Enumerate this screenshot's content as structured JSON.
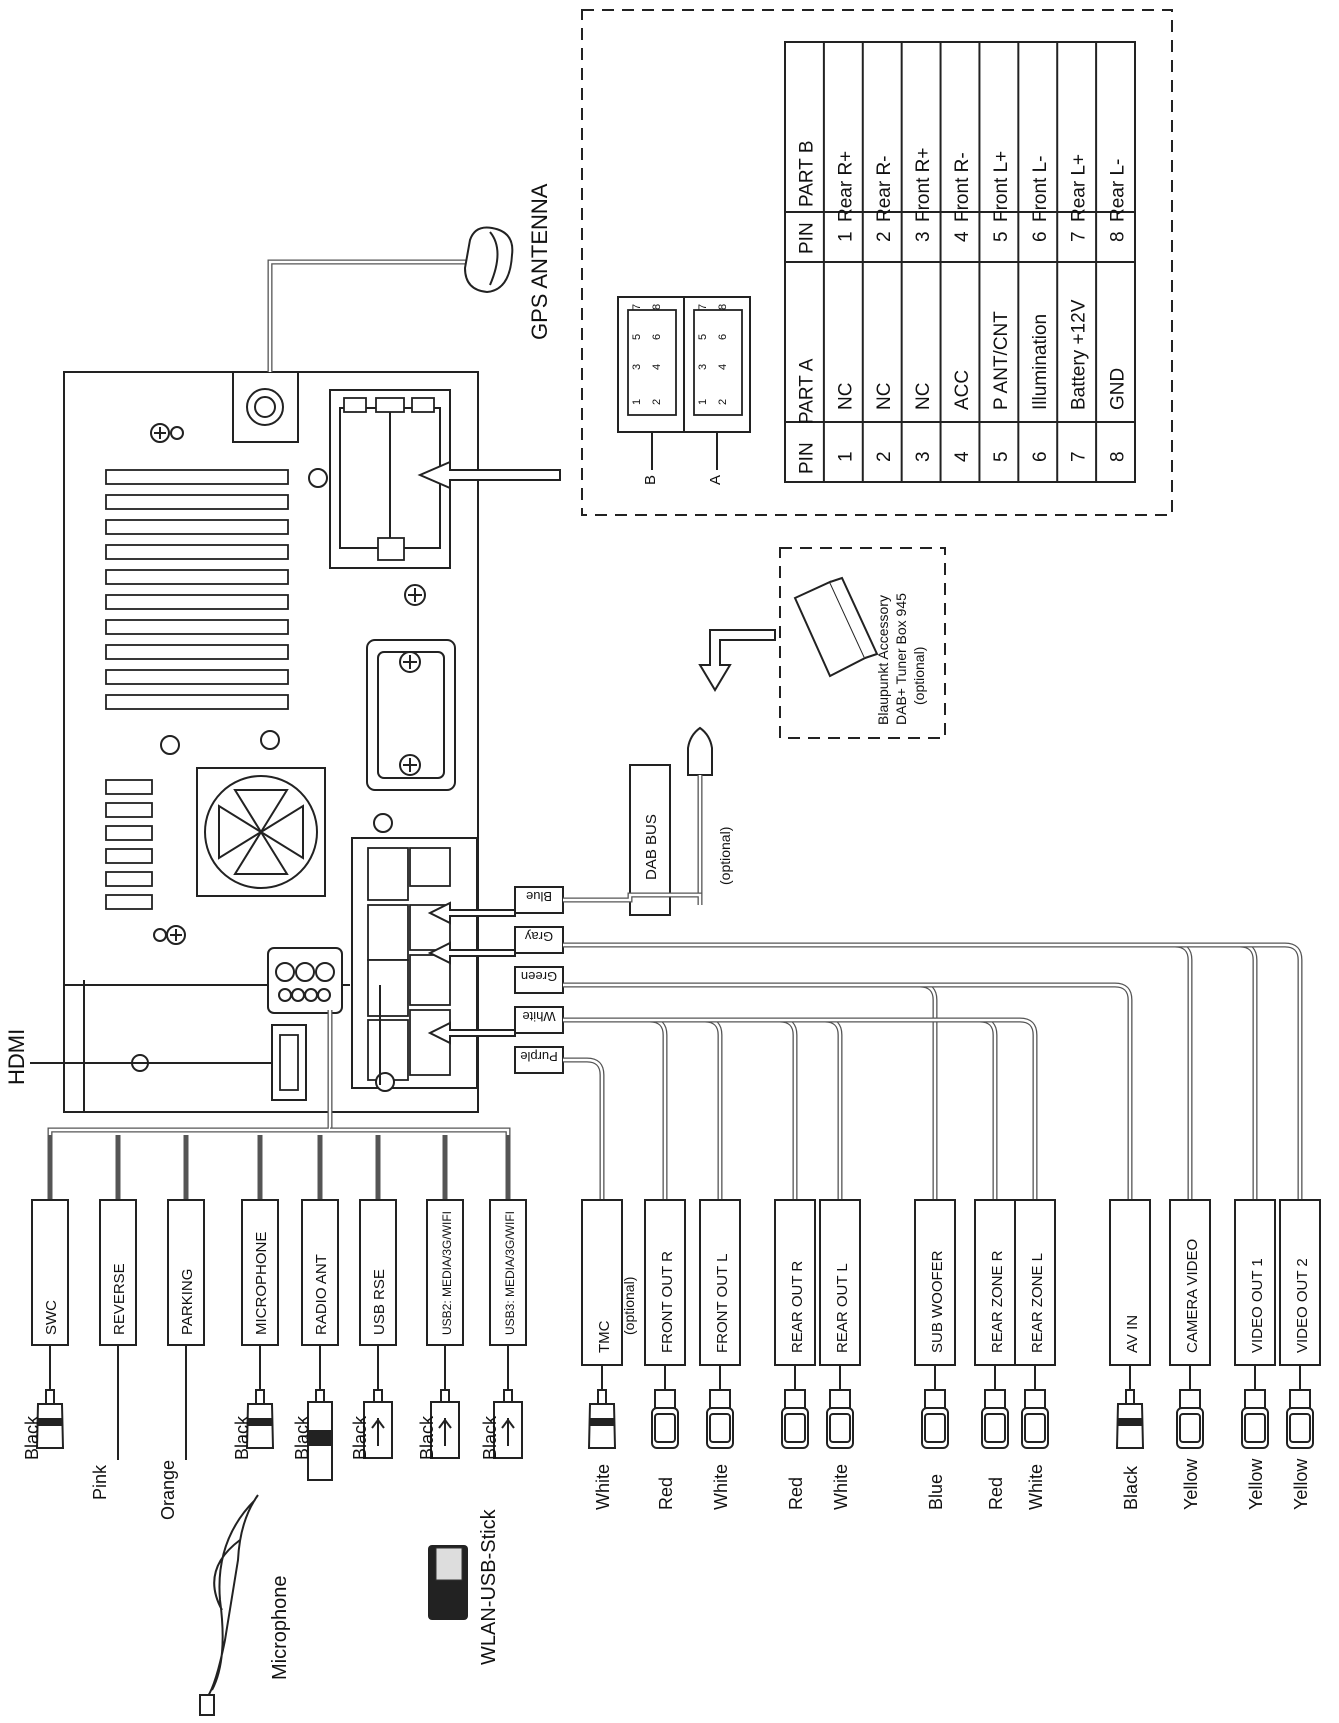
{
  "antenna": {
    "label": "GPS ANTENNA"
  },
  "hdmi": {
    "label": "HDMI"
  },
  "iso_table": {
    "headers": [
      "PIN",
      "PART A",
      "PIN",
      "PART B"
    ],
    "rows": [
      [
        "1",
        "NC",
        "1",
        "Rear R+"
      ],
      [
        "2",
        "NC",
        "2",
        "Rear R-"
      ],
      [
        "3",
        "NC",
        "3",
        "Front R+"
      ],
      [
        "4",
        "ACC",
        "4",
        "Front R-"
      ],
      [
        "5",
        "P ANT/CNT",
        "5",
        "Front L+"
      ],
      [
        "6",
        "Illumination",
        "6",
        "Front L-"
      ],
      [
        "7",
        "Battery +12V",
        "7",
        "Rear L+"
      ],
      [
        "8",
        "GND",
        "8",
        "Rear L-"
      ]
    ]
  },
  "connector_pins": [
    "1",
    "2",
    "3",
    "4",
    "5",
    "6",
    "7",
    "8"
  ],
  "connector_labels": {
    "a": "A",
    "b": "B"
  },
  "accessory": {
    "line1": "Blaupunkt Accessory",
    "line2": "DAB+ Tuner Box 945",
    "line3": "(optional)"
  },
  "dab": {
    "box_label": "DAB BUS",
    "optional": "(optional)"
  },
  "harness_tags": [
    "Blue",
    "Gray",
    "Green",
    "White",
    "Purple"
  ],
  "left_cables": [
    {
      "name": "SWC",
      "color": "Black"
    },
    {
      "name": "REVERSE",
      "color": "Pink"
    },
    {
      "name": "PARKING",
      "color": "Orange"
    },
    {
      "name": "MICROPHONE",
      "color": "Black"
    },
    {
      "name": "RADIO ANT",
      "color": "Black"
    },
    {
      "name": "USB RSE",
      "color": "Black"
    },
    {
      "name": "USB2: MEDIA/3G/WIFI",
      "color": "Black"
    },
    {
      "name": "USB3: MEDIA/3G/WIFI",
      "color": "Black"
    }
  ],
  "right_cables": [
    {
      "name": "TMC",
      "sub": "(optional)",
      "color": "White"
    },
    {
      "name": "FRONT OUT R",
      "color": "Red"
    },
    {
      "name": "FRONT OUT L",
      "color": "White"
    },
    {
      "name": "REAR OUT R",
      "color": "Red"
    },
    {
      "name": "REAR OUT L",
      "color": "White"
    },
    {
      "name": "SUB WOOFER",
      "color": "Blue"
    },
    {
      "name": "REAR ZONE R",
      "color": "Red"
    },
    {
      "name": "REAR ZONE L",
      "color": "White"
    },
    {
      "name": "AV IN",
      "color": "Black"
    },
    {
      "name": "CAMERA VIDEO",
      "color": "Yellow"
    },
    {
      "name": "VIDEO OUT 1",
      "color": "Yellow"
    },
    {
      "name": "VIDEO OUT 2",
      "color": "Yellow"
    }
  ],
  "accessories": {
    "microphone": "Microphone",
    "wlan": "WLAN-USB-Stick"
  }
}
